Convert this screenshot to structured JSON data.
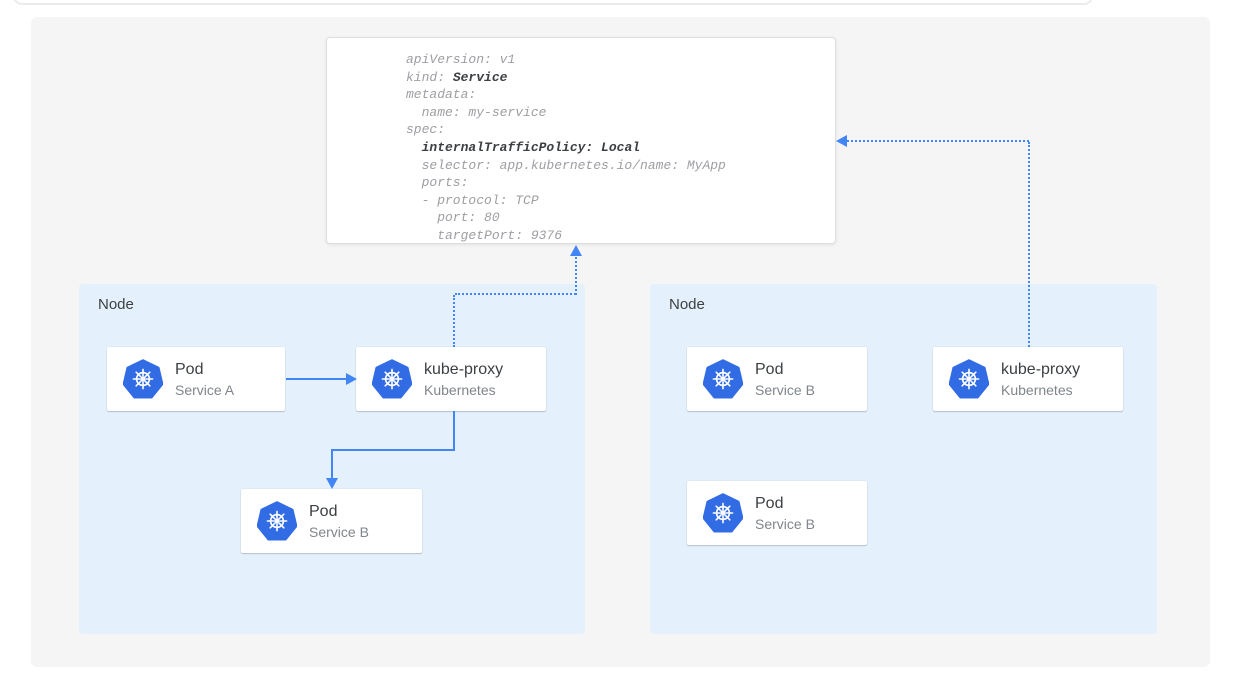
{
  "colors": {
    "kubernetes_blue": "#326CE5",
    "arrow_blue": "#4285F4",
    "node_bg": "#E4F1FC",
    "panel_bg": "#F5F5F6",
    "card_bg": "#FFFFFF",
    "code_gray": "#9E9EA3",
    "code_bold_gray": "#3C4043"
  },
  "yaml_card": {
    "lines": [
      {
        "segments": [
          {
            "text": "apiVersion: v1"
          }
        ]
      },
      {
        "segments": [
          {
            "text": "kind: "
          },
          {
            "text": "Service",
            "bold": true
          }
        ]
      },
      {
        "segments": [
          {
            "text": "metadata:"
          }
        ]
      },
      {
        "segments": [
          {
            "text": "  name: my-service"
          }
        ]
      },
      {
        "segments": [
          {
            "text": "spec:"
          }
        ]
      },
      {
        "segments": [
          {
            "text": "  "
          },
          {
            "text": "internalTrafficPolicy: Local",
            "bold": true
          }
        ]
      },
      {
        "segments": [
          {
            "text": "  selector: app.kubernetes.io/name: MyApp"
          }
        ]
      },
      {
        "segments": [
          {
            "text": "  ports:"
          }
        ]
      },
      {
        "segments": [
          {
            "text": "  - protocol: TCP"
          }
        ]
      },
      {
        "segments": [
          {
            "text": "    port: 80"
          }
        ]
      },
      {
        "segments": [
          {
            "text": "    targetPort: 9376"
          }
        ]
      }
    ]
  },
  "nodes": [
    {
      "label": "Node",
      "cards": [
        {
          "title": "Pod",
          "subtitle": "Service A",
          "icon": "kubernetes-icon"
        },
        {
          "title": "kube-proxy",
          "subtitle": "Kubernetes",
          "icon": "kubernetes-icon"
        },
        {
          "title": "Pod",
          "subtitle": "Service B",
          "icon": "kubernetes-icon"
        }
      ]
    },
    {
      "label": "Node",
      "cards": [
        {
          "title": "Pod",
          "subtitle": "Service B",
          "icon": "kubernetes-icon"
        },
        {
          "title": "kube-proxy",
          "subtitle": "Kubernetes",
          "icon": "kubernetes-icon"
        },
        {
          "title": "Pod",
          "subtitle": "Service B",
          "icon": "kubernetes-icon"
        }
      ]
    }
  ]
}
